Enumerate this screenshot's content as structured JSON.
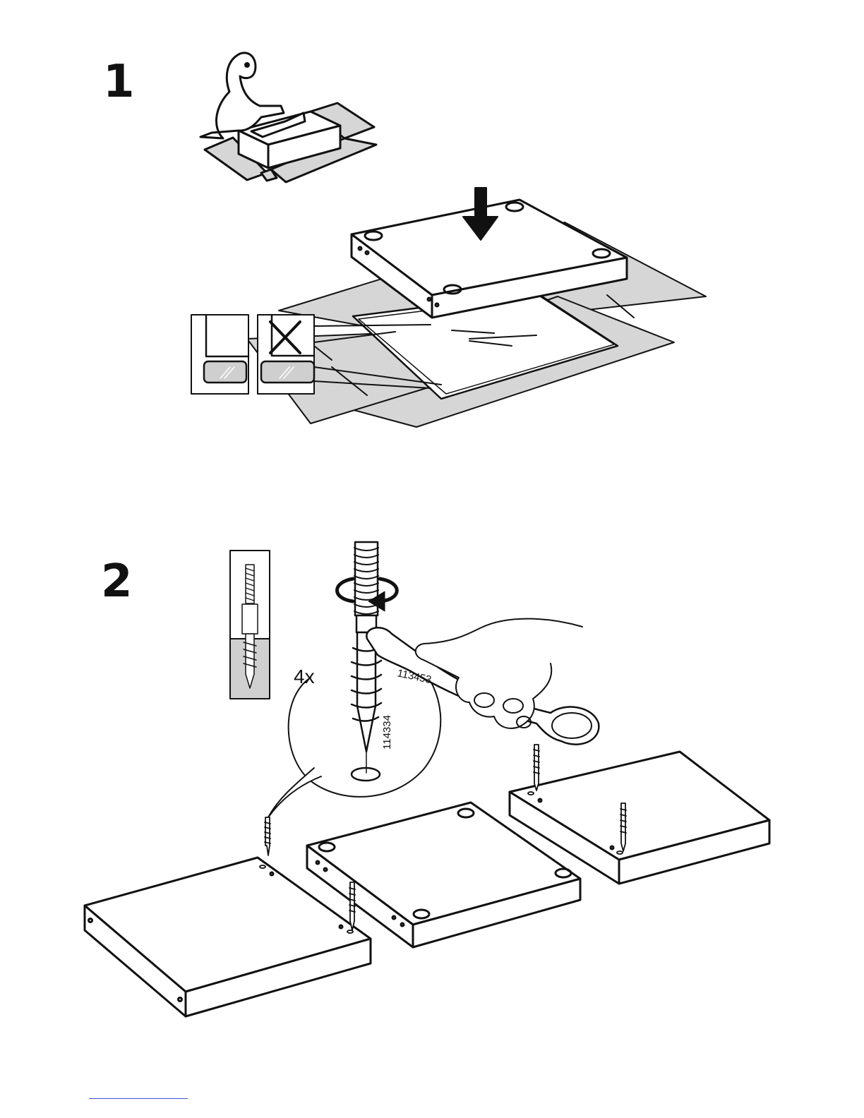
{
  "steps": [
    {
      "number": "1"
    },
    {
      "number": "2",
      "quantity": "4x",
      "wrench_part": "113453",
      "bolt_part": "114334"
    }
  ],
  "colors": {
    "ink": "#111111",
    "sheet": "#d6d6d6",
    "footer_link": "#3a57c8"
  },
  "icons": [
    "person-unpacking-icon",
    "down-arrow-icon",
    "wrong-x-icon",
    "rotate-arrow-icon",
    "wrench-icon",
    "hand-icon"
  ]
}
